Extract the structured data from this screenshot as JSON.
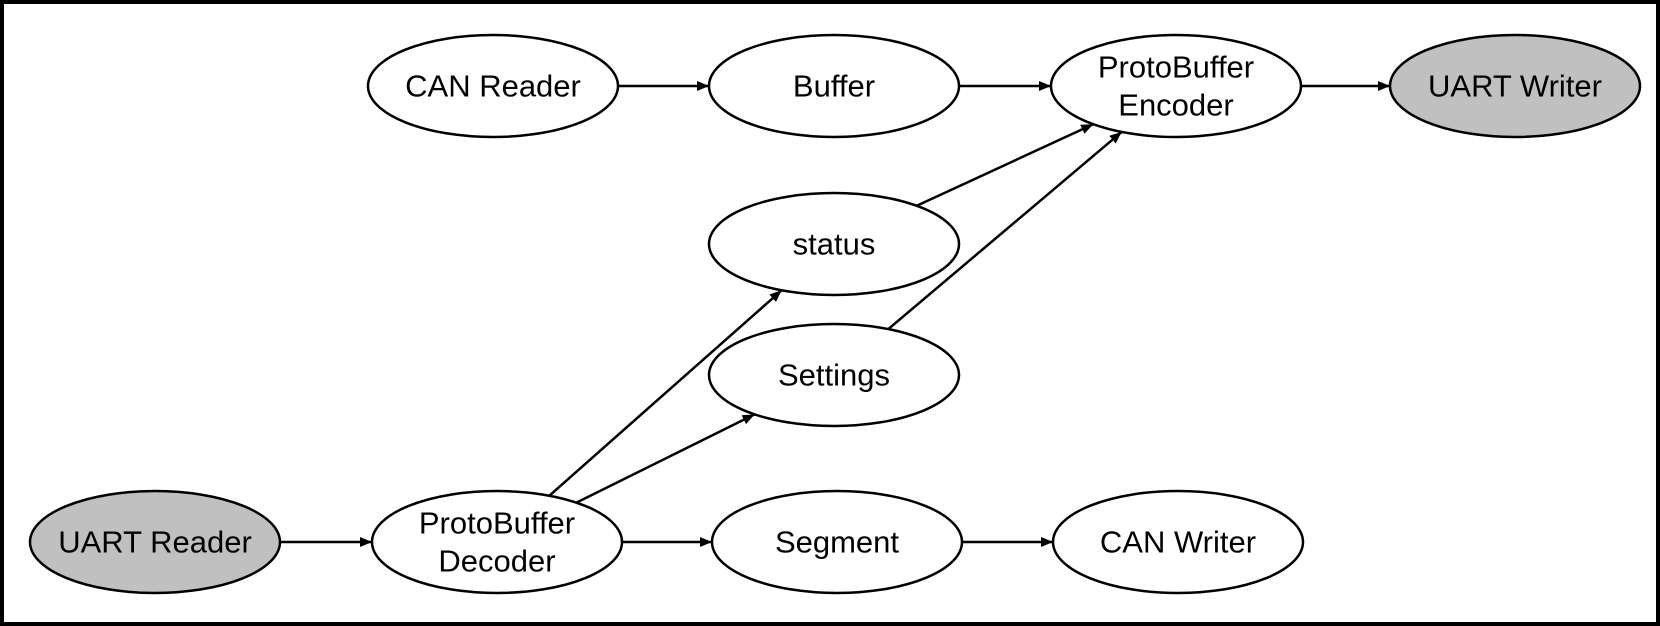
{
  "diagram": {
    "colors": {
      "stroke": "#000000",
      "node_fill": "#ffffff",
      "endpoint_fill": "#c0c0c0",
      "background": "#ffffff"
    },
    "nodes": [
      {
        "id": "can-reader",
        "lines": [
          "CAN Reader"
        ],
        "style": "plain"
      },
      {
        "id": "buffer",
        "lines": [
          "Buffer"
        ],
        "style": "plain"
      },
      {
        "id": "protobuffer-encoder",
        "lines": [
          "ProtoBuffer",
          "Encoder"
        ],
        "style": "plain"
      },
      {
        "id": "uart-writer",
        "lines": [
          "UART Writer"
        ],
        "style": "endpoint"
      },
      {
        "id": "status",
        "lines": [
          "status"
        ],
        "style": "plain"
      },
      {
        "id": "settings",
        "lines": [
          "Settings"
        ],
        "style": "plain"
      },
      {
        "id": "uart-reader",
        "lines": [
          "UART Reader"
        ],
        "style": "endpoint"
      },
      {
        "id": "protobuffer-decoder",
        "lines": [
          "ProtoBuffer",
          "Decoder"
        ],
        "style": "plain"
      },
      {
        "id": "segment",
        "lines": [
          "Segment"
        ],
        "style": "plain"
      },
      {
        "id": "can-writer",
        "lines": [
          "CAN Writer"
        ],
        "style": "plain"
      }
    ],
    "edges": [
      {
        "from": "can-reader",
        "to": "buffer"
      },
      {
        "from": "buffer",
        "to": "protobuffer-encoder"
      },
      {
        "from": "protobuffer-encoder",
        "to": "uart-writer"
      },
      {
        "from": "status",
        "to": "protobuffer-encoder"
      },
      {
        "from": "settings",
        "to": "protobuffer-encoder"
      },
      {
        "from": "uart-reader",
        "to": "protobuffer-decoder"
      },
      {
        "from": "protobuffer-decoder",
        "to": "status"
      },
      {
        "from": "protobuffer-decoder",
        "to": "settings"
      },
      {
        "from": "protobuffer-decoder",
        "to": "segment"
      },
      {
        "from": "segment",
        "to": "can-writer"
      }
    ]
  }
}
